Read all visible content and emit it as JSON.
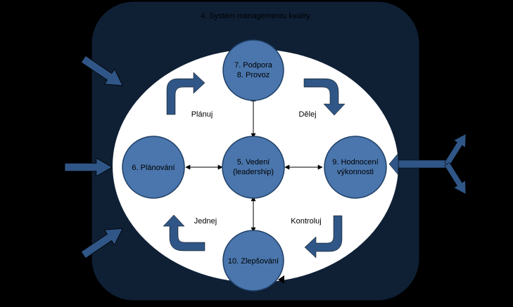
{
  "diagram": {
    "frame_title": "4. Systém managementu kvality",
    "nodes": {
      "support": {
        "line1": "7. Podpora",
        "line2": "8. Provoz"
      },
      "planning": {
        "label": "6. Plánování"
      },
      "leadership": {
        "line1": "5. Vedení",
        "line2": "(leadership)"
      },
      "evaluation": {
        "line1": "9. Hodnocení",
        "line2": "výkonnosti"
      },
      "improvement": {
        "label": "10. Zlepšování"
      }
    },
    "cycle_labels": {
      "plan": "Plánuj",
      "do": "Dělej",
      "check": "Kontroluj",
      "act": "Jednej"
    }
  },
  "colors": {
    "background": "#000000",
    "frame": "#0f2035",
    "inner": "#ffffff",
    "node_fill": "#4a76ad",
    "node_stroke": "#1f3f66",
    "arrow": "#2f5686",
    "text": "#000000"
  }
}
